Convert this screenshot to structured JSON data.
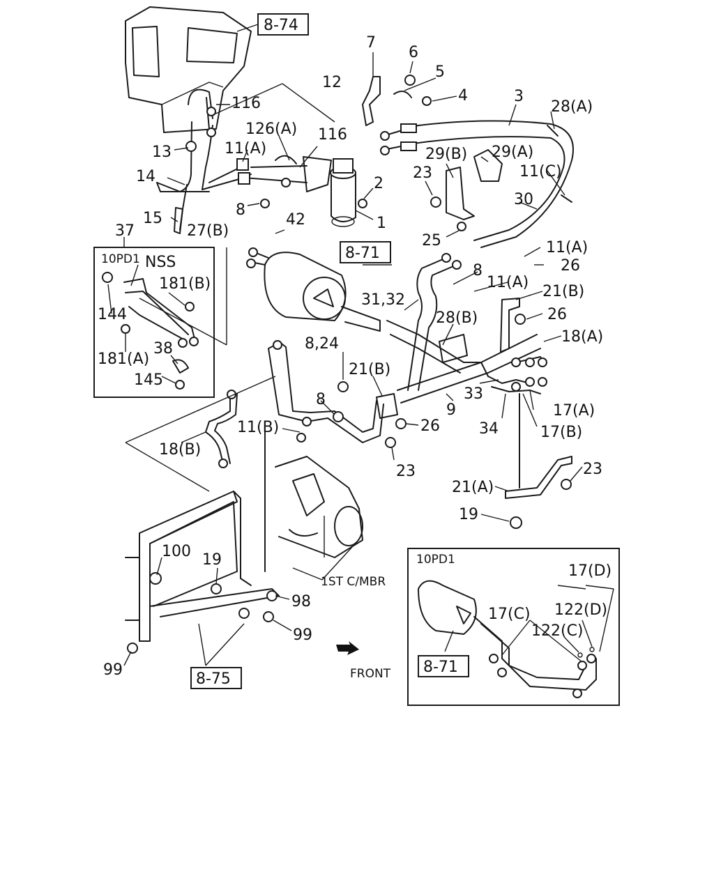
{
  "callouts": {
    "c8_74": "8-74",
    "c12": "12",
    "c116a": "116",
    "c116b": "116",
    "c126a": "126(A)",
    "c13": "13",
    "c11a_1": "11(A)",
    "c14": "14",
    "c15": "15",
    "c27b": "27(B)",
    "c8_a": "8",
    "c42": "42",
    "c2": "2",
    "c1": "1",
    "c7": "7",
    "c6": "6",
    "c5": "5",
    "c4": "4",
    "c3": "3",
    "c28a": "28(A)",
    "c29b": "29(B)",
    "c29a": "29(A)",
    "c23a": "23",
    "c11c": "11(C)",
    "c30": "30",
    "c25": "25",
    "c11a_2": "11(A)",
    "c26a": "26",
    "c8_b": "8",
    "c11a_3": "11(A)",
    "c21b_1": "21(B)",
    "c26b": "26",
    "c8_71a": "8-71",
    "c31_32": "31,32",
    "c28b": "28(B)",
    "c18a": "18(A)",
    "c8_24": "8,24",
    "c21b_2": "21(B)",
    "c33": "33",
    "c9": "9",
    "c17a": "17(A)",
    "c8_c": "8",
    "c34": "34",
    "c17b": "17(B)",
    "c11b": "11(B)",
    "c26c": "26",
    "c18b": "18(B)",
    "c23b": "23",
    "c23c": "23",
    "c21a": "21(A)",
    "c19a": "19",
    "c37": "37",
    "c100": "100",
    "c19b": "19",
    "c98": "98",
    "c99a": "99",
    "c99b": "99",
    "c8_75": "8-75",
    "c1st": "1ST C/MBR",
    "front": "FRONT"
  },
  "inset_left": {
    "title": "10PD1",
    "nss": "NSS",
    "c181b": "181(B)",
    "c144": "144",
    "c181a": "181(A)",
    "c38": "38",
    "c145": "145"
  },
  "inset_right": {
    "title": "10PD1",
    "c17d": "17(D)",
    "c122d": "122(D)",
    "c17c": "17(C)",
    "c122c": "122(C)",
    "c8_71": "8-71"
  }
}
